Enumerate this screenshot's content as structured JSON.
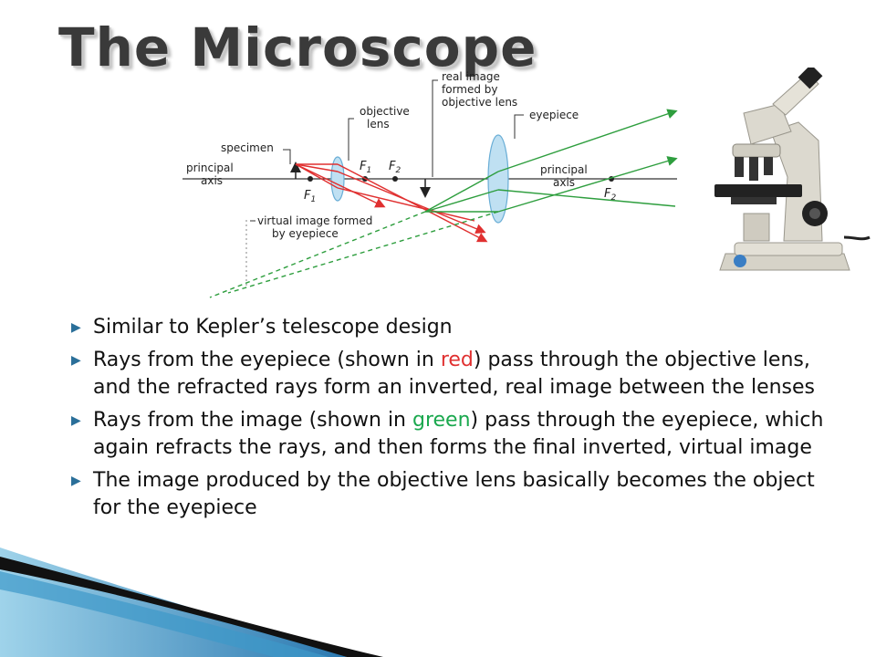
{
  "slide": {
    "title": "The Microscope"
  },
  "diagram": {
    "label_real_image": [
      "real image",
      "formed by",
      "objective lens"
    ],
    "label_objective": [
      "objective",
      "lens"
    ],
    "label_eyepiece": "eyepiece",
    "label_specimen": "specimen",
    "label_principal_axis_left": [
      "principal",
      "axis"
    ],
    "label_principal_axis_right": [
      "principal",
      "axis"
    ],
    "label_virtual_image": [
      "virtual image formed",
      "by eyepiece"
    ],
    "focal_f1": "F",
    "focal_f2": "F",
    "sub_1": "1",
    "sub_2": "2",
    "colors": {
      "red_ray": "#e03030",
      "green_ray": "#2e9e3e",
      "lens": "#bfe0f2"
    }
  },
  "bullets": [
    {
      "text": "Similar to Kepler’s telescope design"
    },
    {
      "pre": "Rays from the eyepiece (shown in ",
      "hl": "red",
      "post": ") pass through the objective lens, and the refracted rays form an inverted, real image between the lenses"
    },
    {
      "pre": "Rays from the image (shown in ",
      "hl": "green",
      "post": ") pass through the eyepiece, which again refracts the rays, and then forms the final inverted, virtual image"
    },
    {
      "text": "The image produced by the objective lens basically becomes the object for the eyepiece"
    }
  ],
  "icons": {
    "bullet": "right-triangle-bullet-icon",
    "microscope": "microscope-photo-icon"
  }
}
